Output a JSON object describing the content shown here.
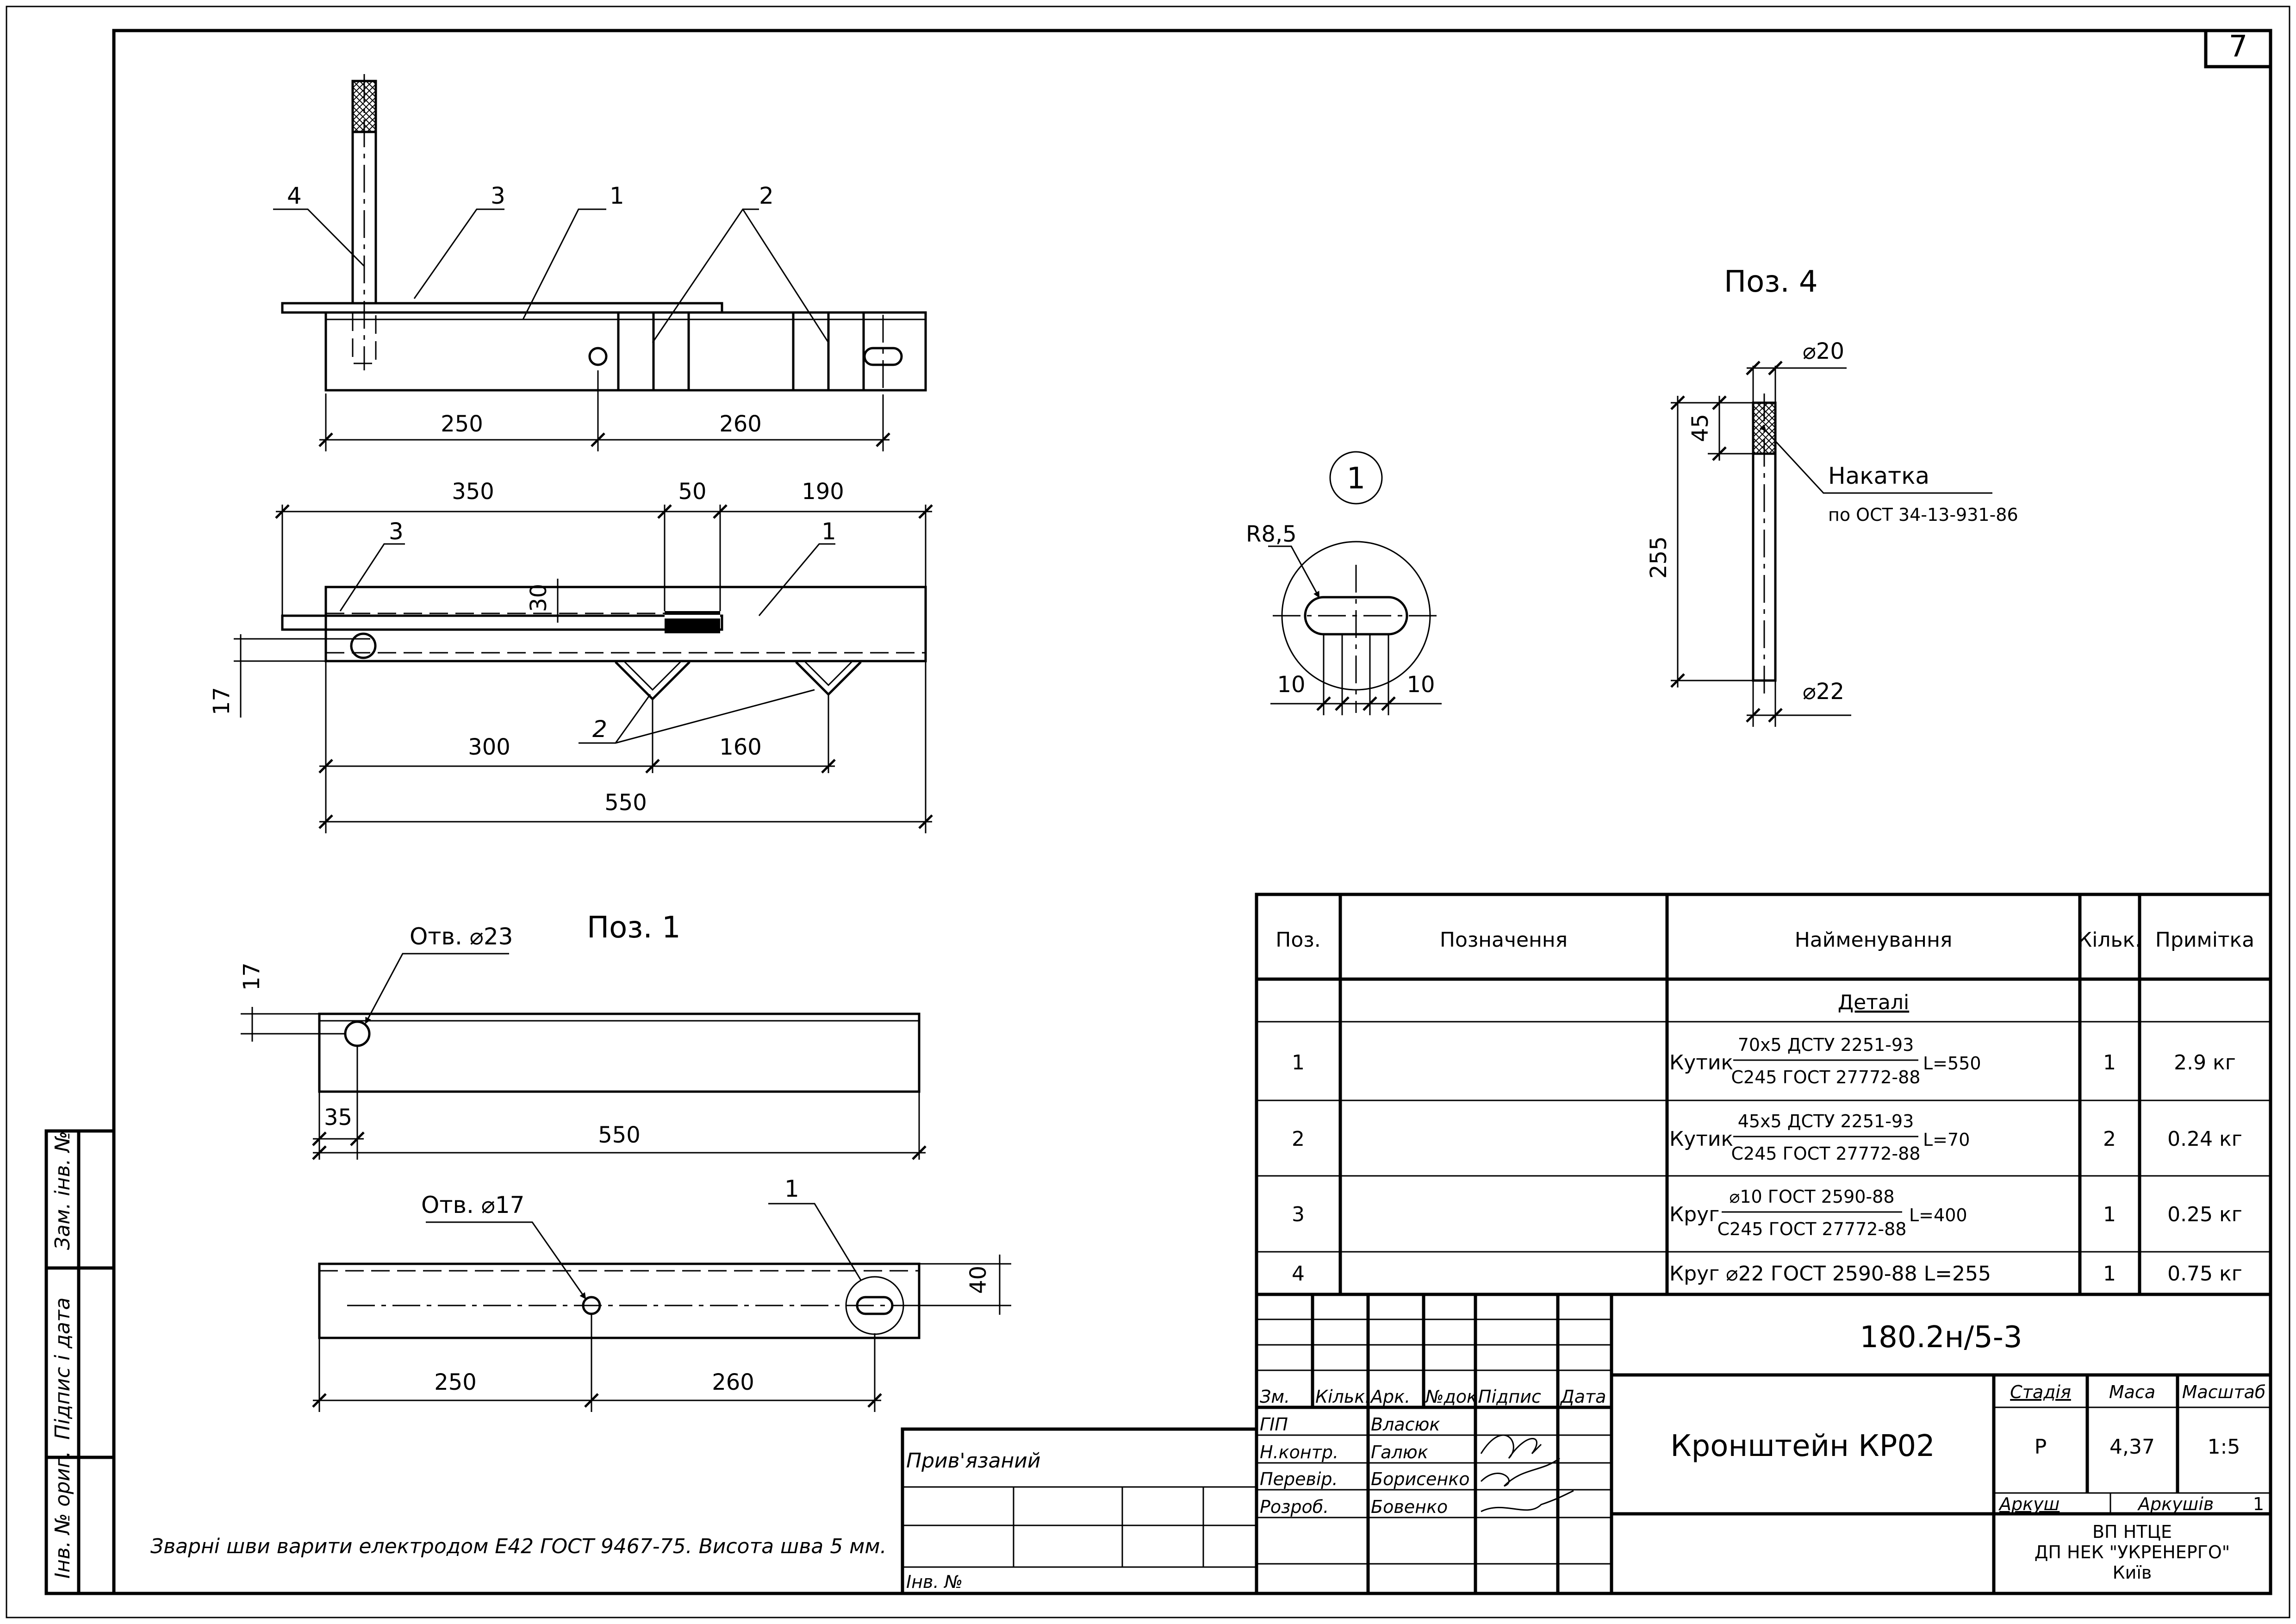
{
  "sheet_number": "7",
  "views": {
    "front": {
      "callouts": [
        "4",
        "3",
        "1",
        "2"
      ],
      "dims": [
        "250",
        "260"
      ]
    },
    "plan": {
      "dims_top": [
        "350",
        "50",
        "190"
      ],
      "callouts": [
        "3",
        "1",
        "2"
      ],
      "dim_30": "30",
      "dim_17": "17",
      "dims_bottom": [
        "300",
        "160"
      ],
      "dim_total": "550"
    },
    "pos1": {
      "title": "Поз. 1",
      "hole1_label": "Отв. ⌀23",
      "dim_17": "17",
      "dim_35": "35",
      "dim_550": "550",
      "hole2_label": "Отв. ⌀17",
      "callout_1": "1",
      "dim_40": "40",
      "dims_bottom": [
        "250",
        "260"
      ]
    },
    "detail1": {
      "mark": "1",
      "radius": "R8,5",
      "dim_left": "10",
      "dim_right": "10"
    },
    "pos4": {
      "title": "Поз. 4",
      "dia_top": "⌀20",
      "dim_45": "45",
      "dim_255": "255",
      "knurl_label": "Накатка",
      "knurl_std": "по ОСТ 34-13-931-86",
      "dia_bottom": "⌀22"
    }
  },
  "spec_table": {
    "headers": [
      "Поз.",
      "Позначення",
      "Найменування",
      "Кільк.",
      "Примітка"
    ],
    "section": "Деталі",
    "rows": [
      {
        "pos": "1",
        "name_prefix": "Кутик",
        "num": "70х5 ДСТУ 2251-93",
        "den": "С245 ГОСТ 27772-88",
        "suffix": "L=550",
        "qty": "1",
        "note": "2.9 кг"
      },
      {
        "pos": "2",
        "name_prefix": "Кутик",
        "num": "45х5 ДСТУ 2251-93",
        "den": "С245 ГОСТ 27772-88",
        "suffix": "L=70",
        "qty": "2",
        "note": "0.24 кг"
      },
      {
        "pos": "3",
        "name_prefix": "Круг",
        "num": "⌀10 ГОСТ 2590-88",
        "den": "С245 ГОСТ 27772-88",
        "suffix": "L=400",
        "qty": "1",
        "note": "0.25 кг"
      },
      {
        "pos": "4",
        "name_single": "Круг ⌀22 ГОСТ 2590-88 L=255",
        "qty": "1",
        "note": "0.75 кг"
      }
    ]
  },
  "title_block": {
    "doc_code": "180.2н/5-3",
    "title": "Кронштейн КР02",
    "rev_headers": [
      "Зм.",
      "Кільк.",
      "Арк.",
      "№док.",
      "Підпис",
      "Дата"
    ],
    "roles": [
      {
        "role": "ГІП",
        "name": "Власюк"
      },
      {
        "role": "Н.контр.",
        "name": "Галюк"
      },
      {
        "role": "Перевір.",
        "name": "Борисенко"
      },
      {
        "role": "Розроб.",
        "name": "Бовенко"
      }
    ],
    "stage_label": "Стадія",
    "mass_label": "Маса",
    "scale_label": "Масштаб",
    "stage": "Р",
    "mass": "4,37",
    "scale": "1:5",
    "sheet_label": "Аркуш",
    "sheets_label": "Аркушів",
    "sheets": "1",
    "org_line1": "ВП НТЦЕ",
    "org_line2": "ДП НЕК \"УКРЕНЕРГО\"",
    "org_line3": "Київ",
    "linked_label": "Прив'язаний",
    "inv_label": "Інв. №"
  },
  "side_stamp": [
    "Зам. інв. №",
    "Підпис і дата",
    "Інв. № ориг."
  ],
  "note": "Зварні шви варити електродом Е42 ГОСТ 9467-75. Висота шва 5 мм."
}
